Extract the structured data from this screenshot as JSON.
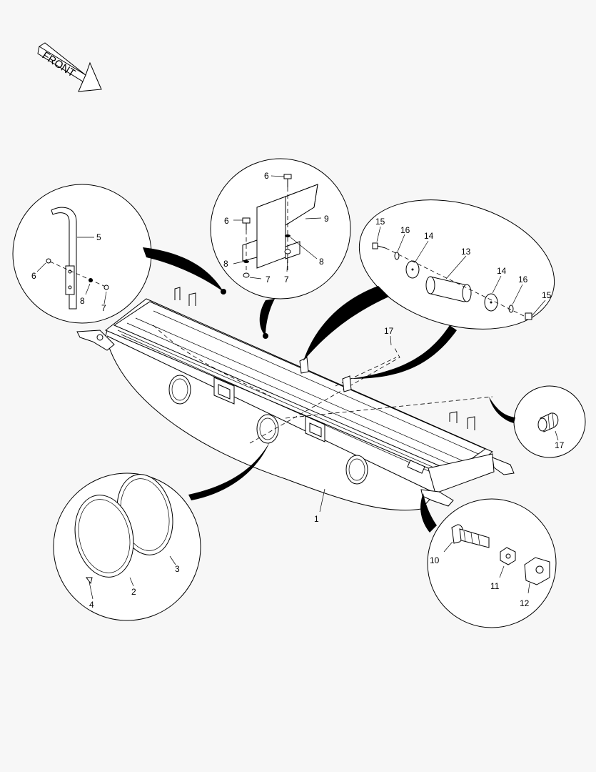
{
  "diagram": {
    "front_label": "FRONT",
    "callouts": {
      "c1": "1",
      "c2": "2",
      "c3": "3",
      "c4": "4",
      "c5": "5",
      "c6a": "6",
      "c6b": "6",
      "c6c": "6",
      "c7a": "7",
      "c7b": "7",
      "c7c": "7",
      "c8a": "8",
      "c8b": "8",
      "c8c": "8",
      "c9": "9",
      "c10": "10",
      "c11": "11",
      "c12": "12",
      "c13": "13",
      "c14a": "14",
      "c14b": "14",
      "c15a": "15",
      "c15b": "15",
      "c16a": "16",
      "c16b": "16",
      "c17a": "17",
      "c17b": "17"
    }
  }
}
